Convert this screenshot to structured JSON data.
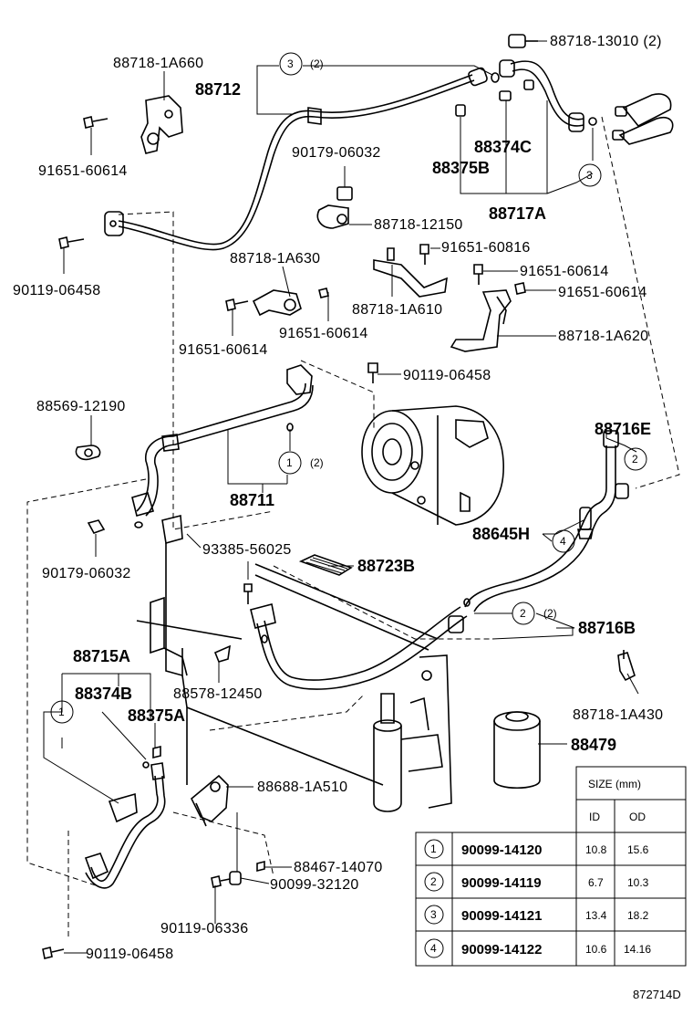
{
  "labels": {
    "l_88718_13010": "88718-13010 (2)",
    "l_88718_1A660": "88718-1A660",
    "l_88712": "88712",
    "l_91651_60614_a": "91651-60614",
    "l_90179_06032_a": "90179-06032",
    "l_88374C": "88374C",
    "l_88375B": "88375B",
    "l_88717A": "88717A",
    "l_88718_12150": "88718-12150",
    "l_90119_06458_a": "90119-06458",
    "l_88718_1A630": "88718-1A630",
    "l_91651_60816": "91651-60816",
    "l_91651_60614_b": "91651-60614",
    "l_91651_60614_c": "91651-60614",
    "l_88718_1A610": "88718-1A610",
    "l_91651_60614_d": "91651-60614",
    "l_91651_60614_e": "91651-60614",
    "l_88718_1A620": "88718-1A620",
    "l_90119_06458_b": "90119-06458",
    "l_88569_12190": "88569-12190",
    "l_88716E": "88716E",
    "l_88711": "88711",
    "l_88645H": "88645H",
    "l_90179_06032_b": "90179-06032",
    "l_93385_56025": "93385-56025",
    "l_88723B": "88723B",
    "l_88716B": "88716B",
    "l_88715A": "88715A",
    "l_88374B": "88374B",
    "l_88375A": "88375A",
    "l_88578_12450": "88578-12450",
    "l_88718_1A430": "88718-1A430",
    "l_88479": "88479",
    "l_88688_1A510": "88688-1A510",
    "l_88467_14070": "88467-14070",
    "l_90099_32120": "90099-32120",
    "l_90119_06336": "90119-06336",
    "l_90119_06458_c": "90119-06458",
    "paren_2": "(2)",
    "ref_code": "872714D"
  },
  "callouts": {
    "c1": "1",
    "c2": "2",
    "c3": "3",
    "c4": "4"
  },
  "size_table": {
    "title": "SIZE (mm)",
    "col_id": "ID",
    "col_od": "OD",
    "rows": [
      {
        "num": "1",
        "part": "90099-14120",
        "id": "10.8",
        "od": "15.6"
      },
      {
        "num": "2",
        "part": "90099-14119",
        "id": "6.7",
        "od": "10.3"
      },
      {
        "num": "3",
        "part": "90099-14121",
        "id": "13.4",
        "od": "18.2"
      },
      {
        "num": "4",
        "part": "90099-14122",
        "id": "10.6",
        "od": "14.16"
      }
    ]
  }
}
